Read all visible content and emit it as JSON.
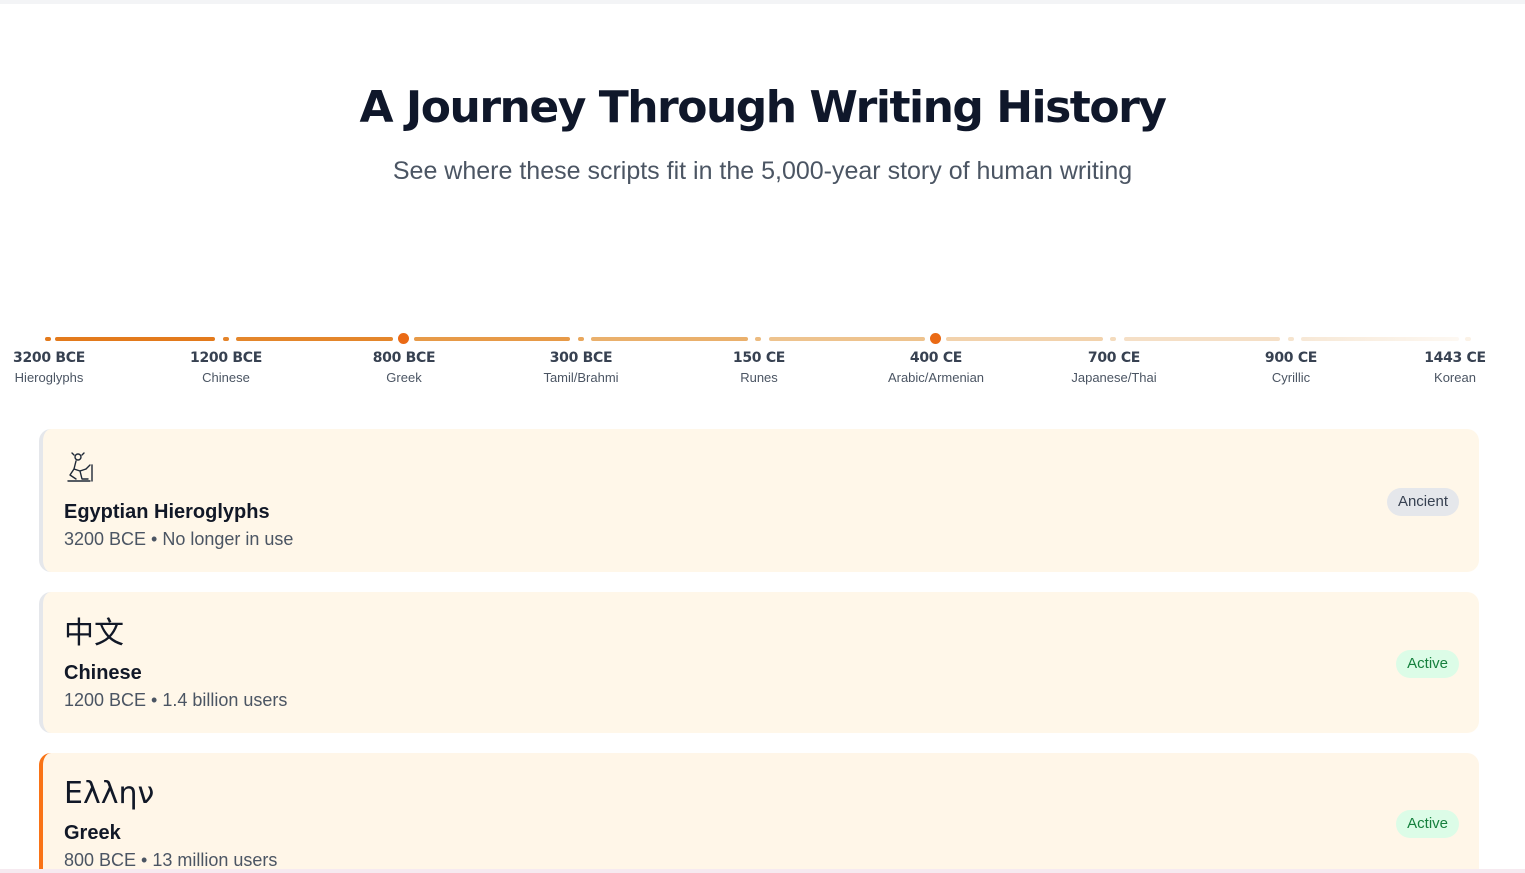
{
  "hero": {
    "title": "A Journey Through Writing History",
    "subtitle": "See where these scripts fit in the 5,000-year story of human writing"
  },
  "timeline": {
    "accent_color": "#ea6a15",
    "points": [
      {
        "year": "3200 BCE",
        "name": "Hieroglyphs",
        "highlighted": false
      },
      {
        "year": "1200 BCE",
        "name": "Chinese",
        "highlighted": false
      },
      {
        "year": "800 BCE",
        "name": "Greek",
        "highlighted": true
      },
      {
        "year": "300 BCE",
        "name": "Tamil/Brahmi",
        "highlighted": false
      },
      {
        "year": "150 CE",
        "name": "Runes",
        "highlighted": false
      },
      {
        "year": "400 CE",
        "name": "Arabic/Armenian",
        "highlighted": true
      },
      {
        "year": "700 CE",
        "name": "Japanese/Thai",
        "highlighted": false
      },
      {
        "year": "900 CE",
        "name": "Cyrillic",
        "highlighted": false
      },
      {
        "year": "1443 CE",
        "name": "Korean",
        "highlighted": false
      }
    ]
  },
  "cards": [
    {
      "glyph_icon": "hieroglyph-seated-figure-icon",
      "glyph": "",
      "title": "Egyptian Hieroglyphs",
      "meta": "3200 BCE • No longer in use",
      "status": "Ancient"
    },
    {
      "glyph": "中文",
      "title": "Chinese",
      "meta": "1200 BCE • 1.4 billion users",
      "status": "Active"
    },
    {
      "glyph": "Ελλην",
      "title": "Greek",
      "meta": "800 BCE • 13 million users",
      "status": "Active"
    }
  ],
  "colors": {
    "card_background": "#fff7e9",
    "highlight_border": "#f97316",
    "ancient_badge_bg": "#e5e7eb",
    "active_badge_bg": "#dcfce7",
    "active_badge_text": "#15803d"
  }
}
